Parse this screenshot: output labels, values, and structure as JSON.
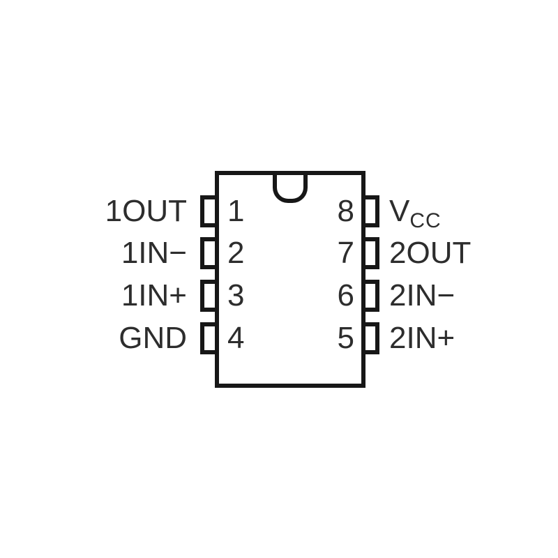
{
  "diagram": {
    "kind": "ic-pinout",
    "colors": {
      "line": "#171717",
      "text": "#2d2d2d",
      "background": "#ffffff"
    },
    "pins": {
      "left": [
        {
          "number": "1",
          "label": "1OUT"
        },
        {
          "number": "2",
          "label": "1IN−"
        },
        {
          "number": "3",
          "label": "1IN+"
        },
        {
          "number": "4",
          "label": "GND"
        }
      ],
      "right": [
        {
          "number": "8",
          "label_main": "V",
          "label_sub": "CC"
        },
        {
          "number": "7",
          "label": "2OUT"
        },
        {
          "number": "6",
          "label": "2IN−"
        },
        {
          "number": "5",
          "label": "2IN+"
        }
      ]
    }
  }
}
